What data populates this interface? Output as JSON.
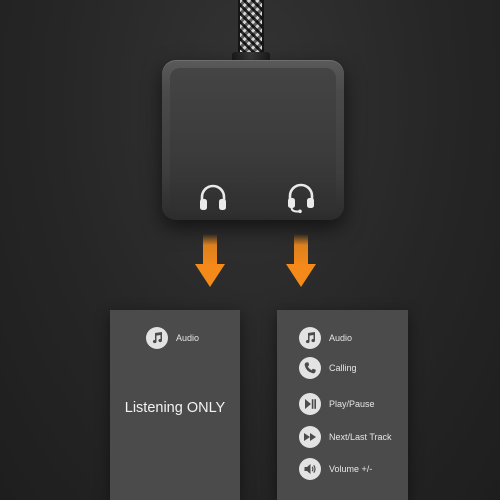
{
  "left_card": {
    "feature": {
      "icon": "music-note-icon",
      "label": "Audio"
    },
    "mode_text": "Listening ONLY"
  },
  "right_card": {
    "features": [
      {
        "icon": "music-note-icon",
        "label": "Audio"
      },
      {
        "icon": "phone-icon",
        "label": "Calling"
      },
      {
        "icon": "play-pause-icon",
        "label": "Play/Pause"
      },
      {
        "icon": "next-track-icon",
        "label": "Next/Last Track"
      },
      {
        "icon": "volume-icon",
        "label": "Volume +/-"
      }
    ]
  },
  "ports": [
    {
      "icon": "headphones-icon"
    },
    {
      "icon": "headset-mic-icon"
    }
  ],
  "colors": {
    "background": "#262626",
    "adapter": "#3e3e3e",
    "arrow": "#f08a1c",
    "card": "#4b4b4b",
    "icon_circle": "#e3e3e3",
    "text": "#e6e6e6"
  }
}
